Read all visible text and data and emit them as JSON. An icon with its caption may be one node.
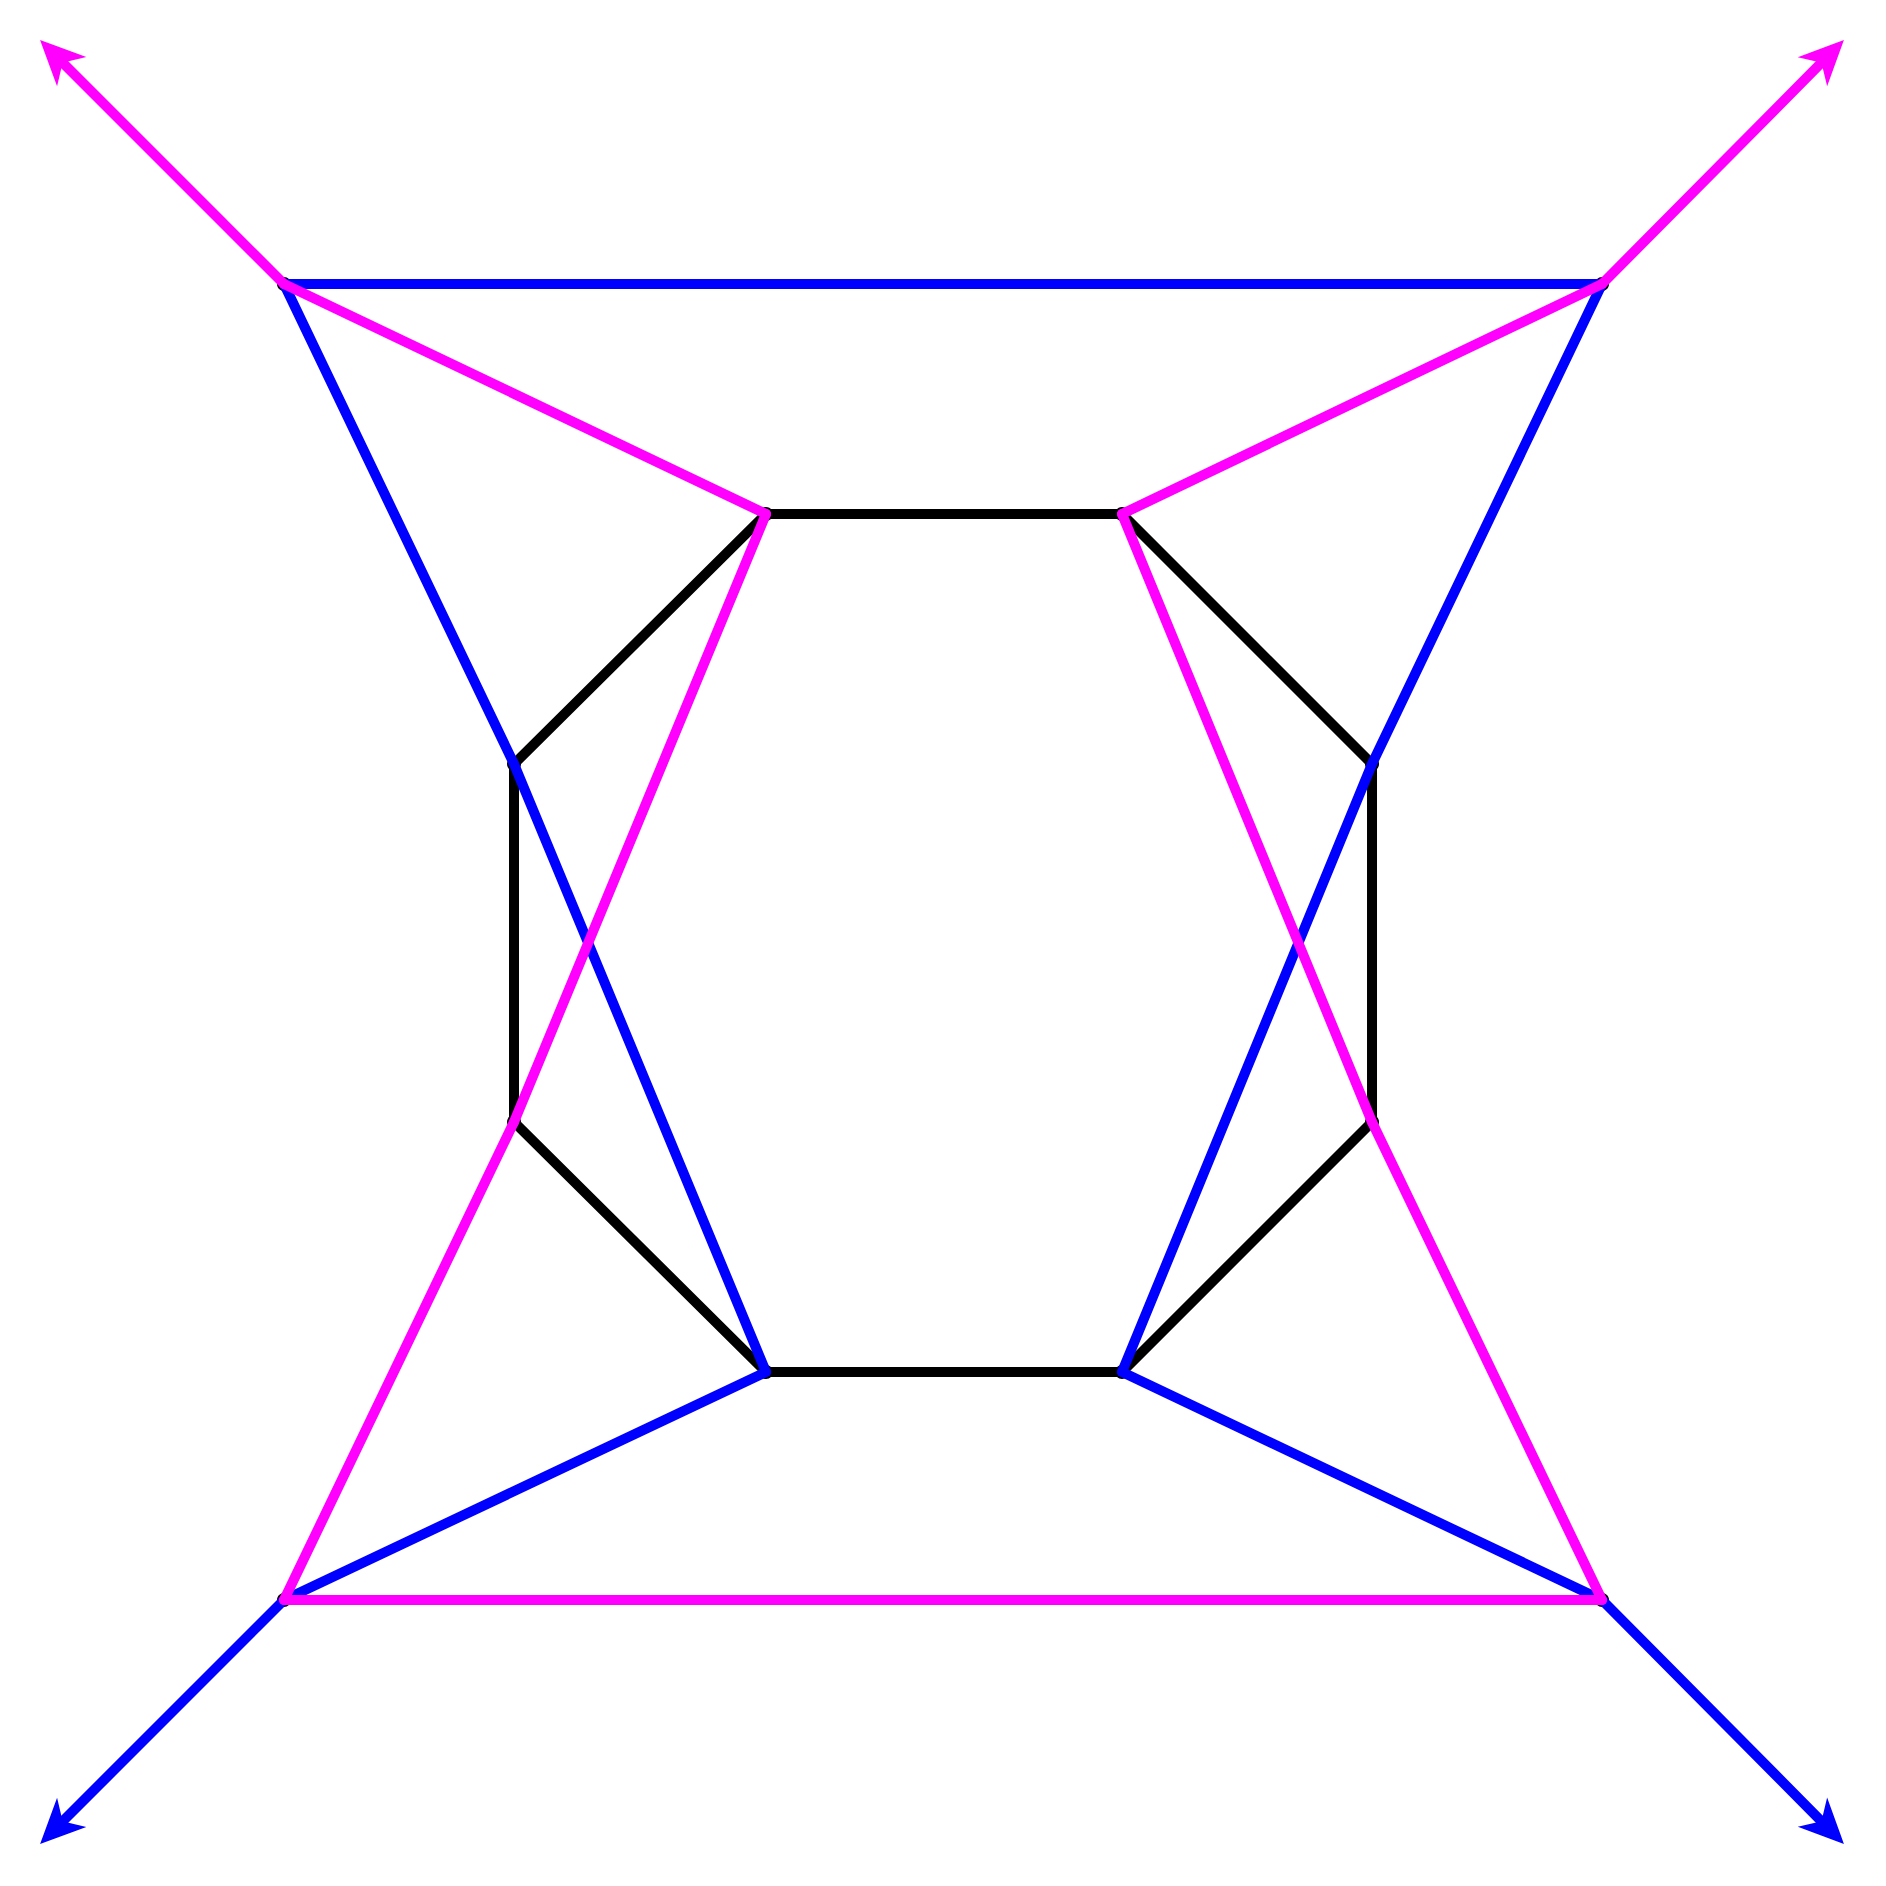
{
  "diagram": {
    "nodes": [
      {
        "text": [],
        "shape": "point"
      },
      {
        "text": [],
        "shape": "point"
      },
      {
        "text": [],
        "shape": "point"
      },
      {
        "text": [],
        "shape": "point"
      },
      {
        "text": [],
        "shape": "point"
      },
      {
        "text": [],
        "shape": "point"
      },
      {
        "text": [],
        "shape": "point"
      },
      {
        "text": [],
        "shape": "point"
      },
      {
        "text": [],
        "shape": "point"
      },
      {
        "text": [],
        "shape": "point"
      },
      {
        "text": [],
        "shape": "point"
      },
      {
        "text": [],
        "shape": "point"
      }
    ],
    "edges": [
      {
        "from": 2,
        "to": 3,
        "arrow": "none",
        "color": "#000000"
      },
      {
        "from": 3,
        "to": 5,
        "arrow": "none",
        "color": "#000000"
      },
      {
        "from": 5,
        "to": 7,
        "arrow": "none",
        "color": "#000000"
      },
      {
        "from": 7,
        "to": 9,
        "arrow": "none",
        "color": "#000000"
      },
      {
        "from": 9,
        "to": 8,
        "arrow": "none",
        "color": "#000000"
      },
      {
        "from": 8,
        "to": 6,
        "arrow": "none",
        "color": "#000000"
      },
      {
        "from": 6,
        "to": 4,
        "arrow": "none",
        "color": "#000000"
      },
      {
        "from": 4,
        "to": 2,
        "arrow": "none",
        "color": "#000000"
      },
      {
        "from": 0,
        "to": 1,
        "arrow": "none",
        "color": "#0000ff"
      },
      {
        "from": 0,
        "to": 4,
        "arrow": "none",
        "color": "#0000ff"
      },
      {
        "from": 4,
        "to": 8,
        "arrow": "none",
        "color": "#0000ff"
      },
      {
        "from": 1,
        "to": 5,
        "arrow": "none",
        "color": "#0000ff"
      },
      {
        "from": 5,
        "to": 9,
        "arrow": "none",
        "color": "#0000ff"
      },
      {
        "from": 8,
        "to": 10,
        "arrow": "none",
        "color": "#0000ff"
      },
      {
        "from": 9,
        "to": 11,
        "arrow": "none",
        "color": "#0000ff"
      },
      {
        "from": 10,
        "to": null,
        "arrow": "to",
        "color": "#0000ff"
      },
      {
        "from": 11,
        "to": null,
        "arrow": "to",
        "color": "#0000ff"
      },
      {
        "from": 0,
        "to": 2,
        "arrow": "none",
        "color": "#ff00ff"
      },
      {
        "from": 2,
        "to": 6,
        "arrow": "none",
        "color": "#ff00ff"
      },
      {
        "from": 6,
        "to": 10,
        "arrow": "none",
        "color": "#ff00ff"
      },
      {
        "from": 1,
        "to": 3,
        "arrow": "none",
        "color": "#ff00ff"
      },
      {
        "from": 3,
        "to": 7,
        "arrow": "none",
        "color": "#ff00ff"
      },
      {
        "from": 7,
        "to": 11,
        "arrow": "none",
        "color": "#ff00ff"
      },
      {
        "from": 10,
        "to": 11,
        "arrow": "none",
        "color": "#ff00ff"
      },
      {
        "from": 0,
        "to": null,
        "arrow": "to",
        "color": "#ff00ff"
      },
      {
        "from": 1,
        "to": null,
        "arrow": "to",
        "color": "#ff00ff"
      }
    ]
  }
}
